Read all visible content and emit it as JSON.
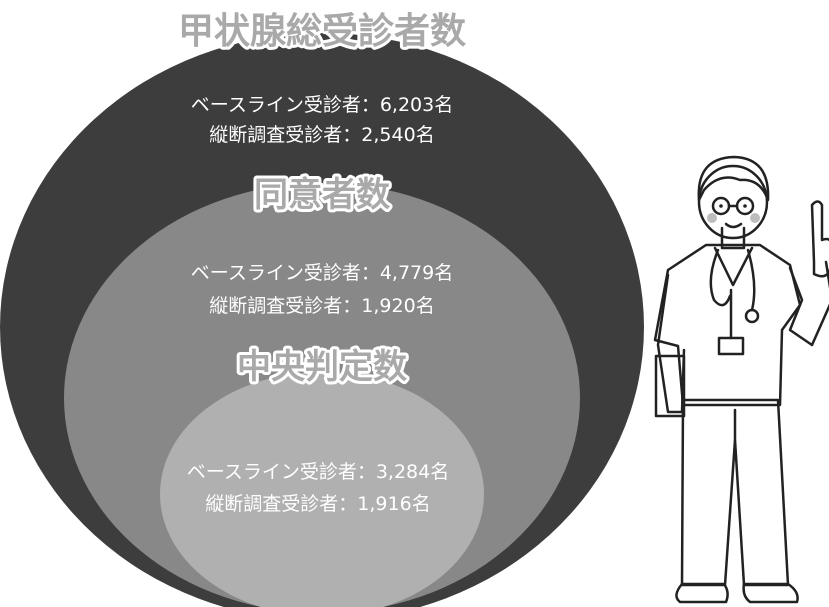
{
  "levels": [
    {
      "title": "甲状腺総受診者数",
      "baseline": "ベースライン受診者：6,203名",
      "longitudinal": "縦断調査受診者：2,540名",
      "color": "#3d3d3d"
    },
    {
      "title": "同意者数",
      "baseline": "ベースライン受診者：4,779名",
      "longitudinal": "縦断調査受診者：1,920名",
      "color": "#888888"
    },
    {
      "title": "中央判定数",
      "baseline": "ベースライン受診者：3,284名",
      "longitudinal": "縦断調査受診者：1,916名",
      "color": "#b0b0b0"
    }
  ],
  "illustration": {
    "icon": "doctor-pointing-icon",
    "scrub_color": "#9a9a9a",
    "outline_color": "#222222"
  }
}
